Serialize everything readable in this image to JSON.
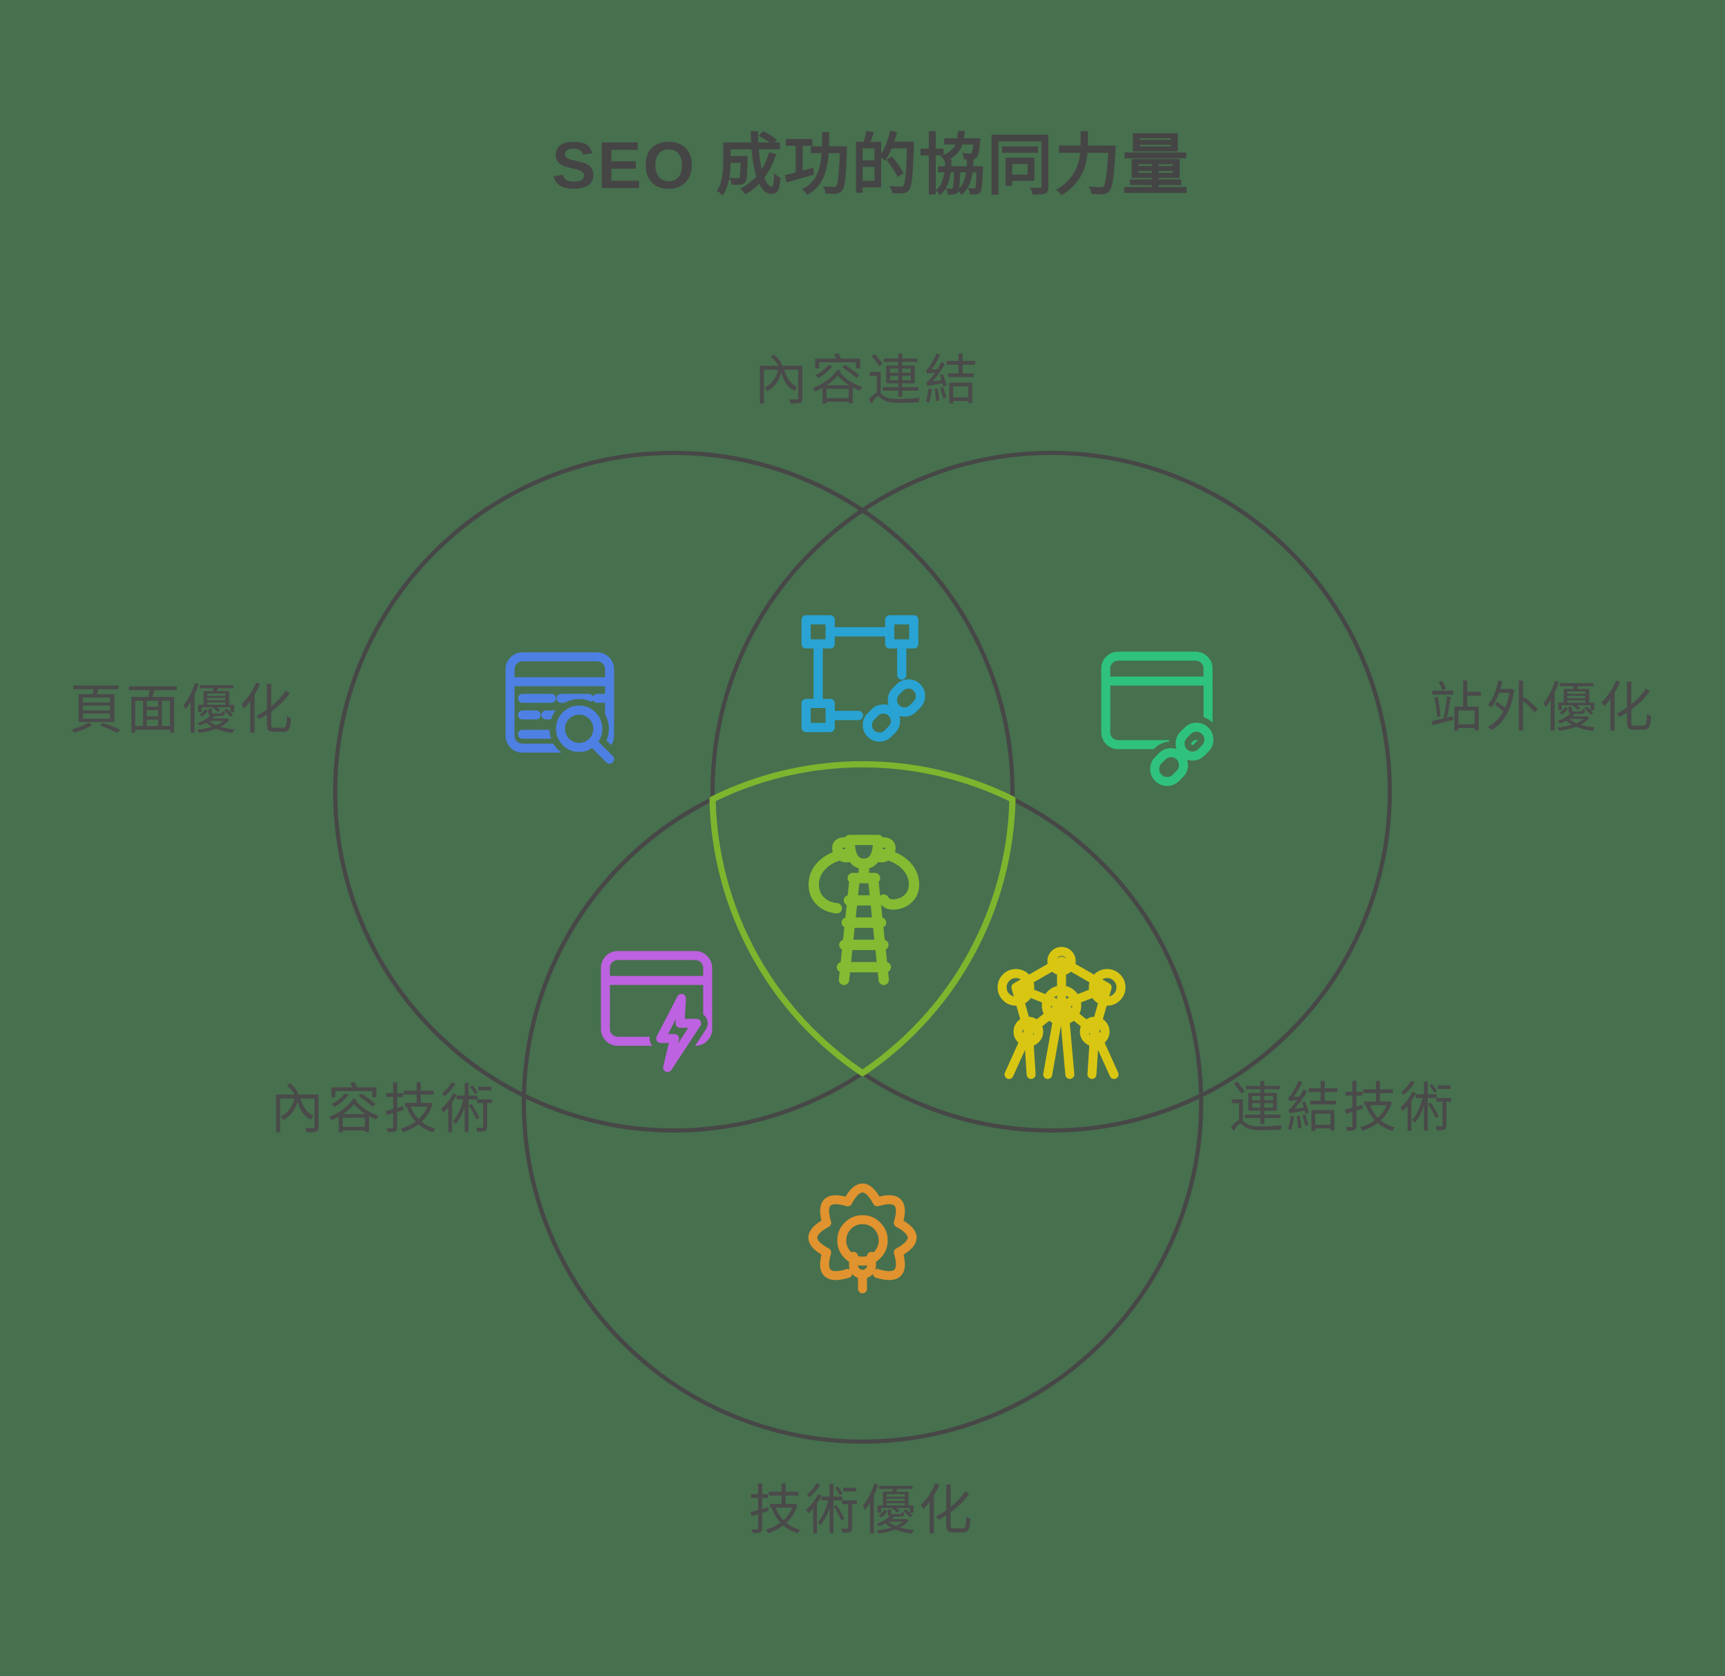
{
  "title": "SEO 成功的協同力量",
  "labels": {
    "top": "內容連結",
    "left": "頁面優化",
    "right": "站外優化",
    "bottom_left": "內容技術",
    "bottom_right": "連結技術",
    "bottom": "技術優化"
  },
  "icons": {
    "left_circle": "browser-search-icon",
    "top_overlap": "selection-link-icon",
    "right_circle": "browser-link-icon",
    "center": "trophy-ladder-cloud-icon",
    "left_bottom_overlap": "browser-lightning-icon",
    "right_bottom_overlap": "atomium-network-icon",
    "bottom_circle": "gear-lightbulb-icon"
  },
  "colors": {
    "bg": "#47704e",
    "circle": "#474747",
    "text": "#4a4a4a",
    "title": "#454545",
    "center-ring": "#7db52e",
    "blue": "#4e80e3",
    "cyan": "#29a3d4",
    "green": "#2fc27f",
    "lime": "#84bb32",
    "purple": "#bd62e0",
    "yellow": "#d9c613",
    "orange": "#e0932e"
  }
}
